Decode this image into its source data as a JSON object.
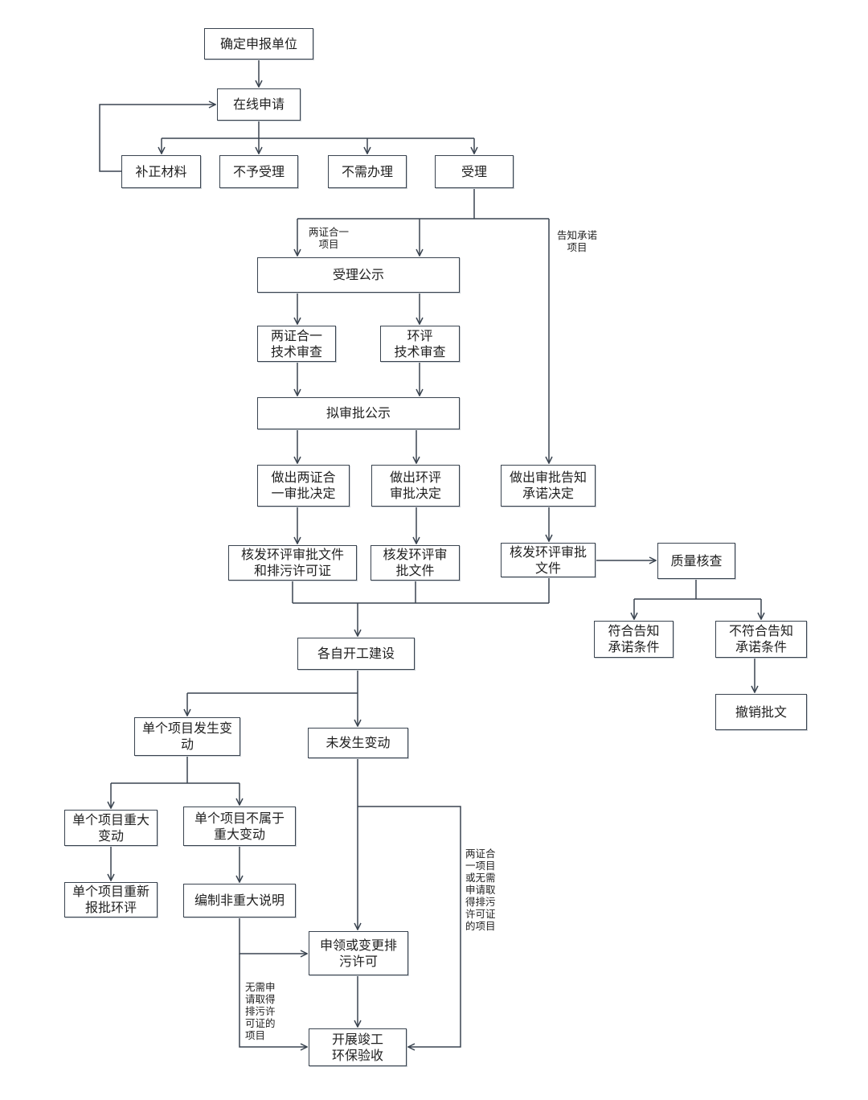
{
  "nodes": {
    "n_confirm_unit": "确定申报单位",
    "n_online_apply": "在线申请",
    "n_supplement": "补正材料",
    "n_not_accept": "不予受理",
    "n_not_needed": "不需办理",
    "n_accept": "受理",
    "n_accept_public": "受理公示",
    "n_two_cert_review": "两证合一\n技术审查",
    "n_eia_review": "环评\n技术审查",
    "n_proposed_public": "拟审批公示",
    "n_two_cert_decision": "做出两证合\n一审批决定",
    "n_eia_decision": "做出环评\n审批决定",
    "n_promise_decision": "做出审批告知\n承诺决定",
    "n_issue_eia_permit": "核发环评审批文件\n和排污许可证",
    "n_issue_eia_doc": "核发环评审\n批文件",
    "n_issue_eia_doc2": "核发环评审批\n文件",
    "n_quality_check": "质量核查",
    "n_meets": "符合告知\n承诺条件",
    "n_not_meets": "不符合告知\n承诺条件",
    "n_revoke": "撤销批文",
    "n_start_construction": "各自开工建设",
    "n_single_change": "单个项目发生变\n动",
    "n_no_change": "未发生变动",
    "n_single_major": "单个项目重大\n变动",
    "n_single_minor": "单个项目不属于\n重大变动",
    "n_single_reapprove": "单个项目重新\n报批环评",
    "n_compile_note": "编制非重大说明",
    "n_apply_permit": "申领或变更排\n污许可",
    "n_acceptance": "开展竣工\n环保验收"
  },
  "labels": {
    "l_two_cert_project": "两证合一\n项目",
    "l_promise_project": "告知承诺\n项目",
    "l_two_cert_or_no_permit": "两证合\n一项目\n或无需\n申请取\n得排污\n许可证\n的项目",
    "l_no_permit_needed": "无需申\n请取得\n排污许\n可证的\n项目"
  },
  "colors": {
    "line": "#3a4450",
    "border": "#3a4450",
    "text": "#1f1f1f"
  }
}
